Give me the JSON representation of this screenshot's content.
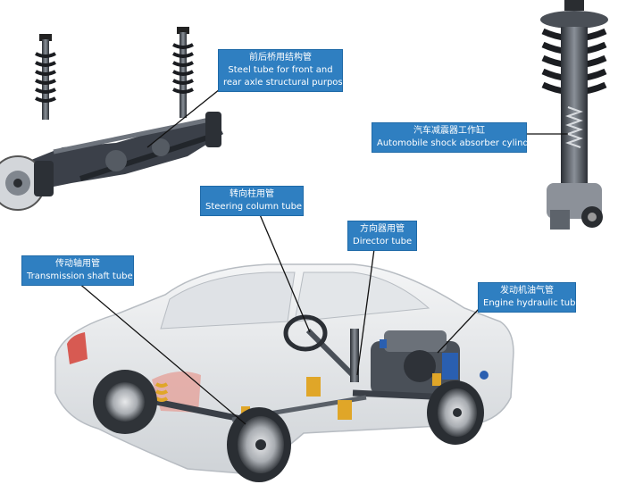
{
  "labels": {
    "steel": {
      "zh": "前后桥用结构管",
      "en1": "Steel tube for front and",
      "en2": "rear axle structural purpose"
    },
    "shock": {
      "zh": "汽车减震器工作缸",
      "en": "Automobile shock absorber cylinder"
    },
    "steering": {
      "zh": "转向柱用管",
      "en": "Steering column tube"
    },
    "director": {
      "zh": "方向器用管",
      "en": "Director tube"
    },
    "trans": {
      "zh": "传动轴用管",
      "en": "Transmission shaft tube"
    },
    "engine": {
      "zh": "发动机油气管",
      "en": "Engine hydraulic tube"
    }
  },
  "colors": {
    "label_bg": "#2f7fc1",
    "label_text": "#ffffff",
    "leader_line": "#111111",
    "car_body": "#e6e8ea",
    "mechanical": "#3a3f47",
    "accent_yellow": "#e0a628"
  }
}
